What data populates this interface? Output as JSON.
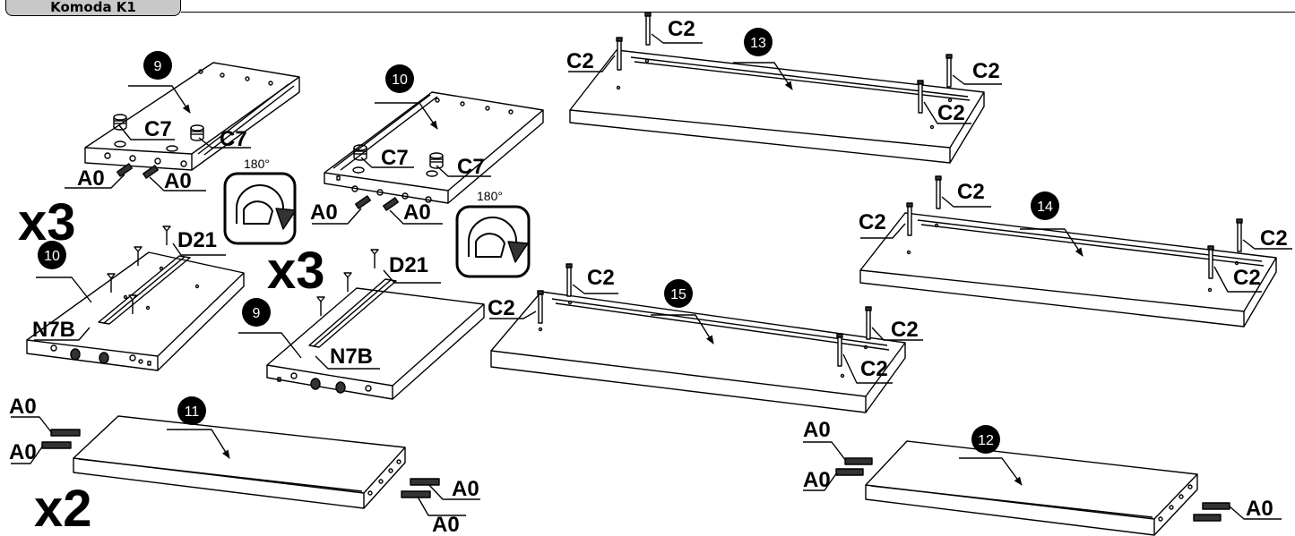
{
  "document": {
    "title": "Komoda K1"
  },
  "multipliers": {
    "x3_left": "x3",
    "x3_center": "x3",
    "x2": "x2"
  },
  "rotation": {
    "left": "180°",
    "center": "180°"
  },
  "parts": {
    "p9_top": "9",
    "p10_top": "10",
    "p10_mid": "10",
    "p9_mid": "9",
    "p11": "11",
    "p12": "12",
    "p13": "13",
    "p14": "14",
    "p15": "15"
  },
  "fittings": {
    "c7": "C7",
    "a0": "A0",
    "d21": "D21",
    "n7b": "N7B",
    "c2": "C2"
  }
}
